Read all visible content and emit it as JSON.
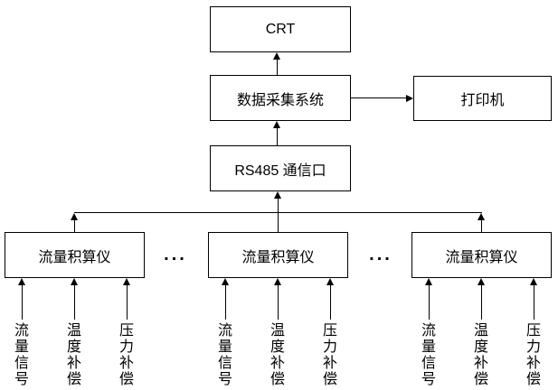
{
  "diagram": {
    "top": {
      "crt_label": "CRT",
      "daq_label": "数据采集系统",
      "printer_label": "打印机",
      "rs485_label": "RS485 通信口"
    },
    "groups": [
      {
        "label": "流量积算仪",
        "inputs": [
          "流量信号",
          "温度补偿",
          "压力补偿"
        ]
      },
      {
        "label": "流量积算仪",
        "inputs": [
          "流量信号",
          "温度补偿",
          "压力补偿"
        ]
      },
      {
        "label": "流量积算仪",
        "inputs": [
          "流量信号",
          "温度补偿",
          "压力补偿"
        ]
      }
    ],
    "separators": [
      "...",
      "..."
    ],
    "colors": {
      "line": "#000000",
      "box_background": "#ffffff",
      "text": "#000000"
    }
  }
}
